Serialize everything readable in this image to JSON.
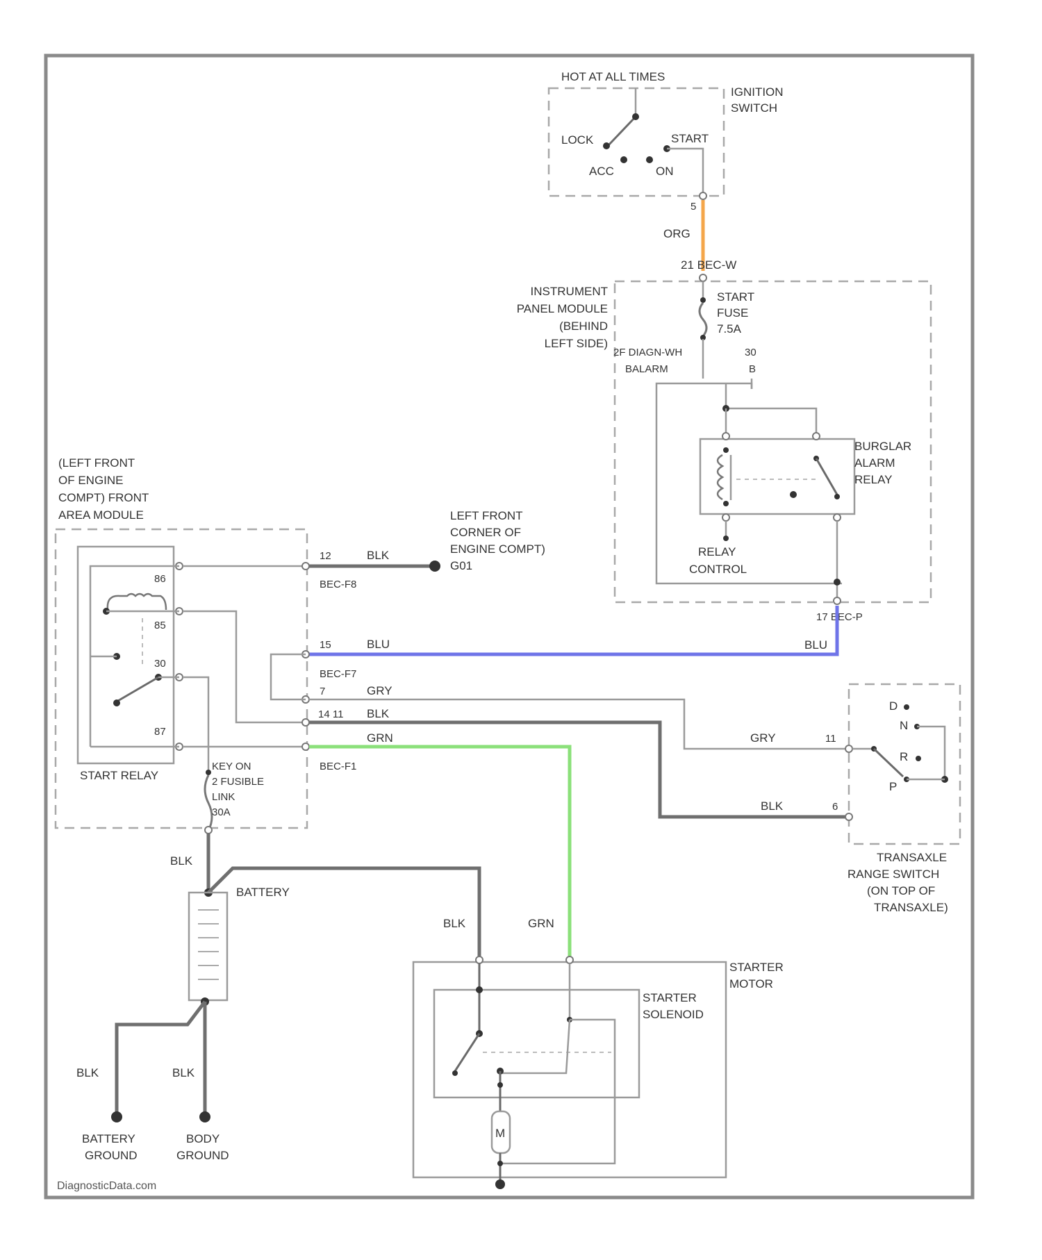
{
  "colors": {
    "orange_wire": "#f4a64a",
    "blue_wire": "#6f74e8",
    "green_wire": "#8be07a",
    "black_wire": "#6f6f6f",
    "frame": "#8a8a8a"
  },
  "ignition_switch": {
    "header": "HOT AT ALL TIMES",
    "name_line1": "IGNITION",
    "name_line2": "SWITCH",
    "pos_lock": "LOCK",
    "pos_start": "START",
    "pos_acc": "ACC",
    "pos_on": "ON",
    "pin": "5",
    "wire_color": "ORG"
  },
  "instrument_panel": {
    "line1": "INSTRUMENT",
    "line2": "PANEL MODULE",
    "line3": "(BEHIND",
    "line4": "LEFT SIDE)",
    "connector_in": "21 BEC-W",
    "fuse_line1": "START",
    "fuse_line2": "FUSE",
    "fuse_line3": "7.5A",
    "pin_top_left": "2F DIAGN-WH",
    "pin_top_left2": "BALARM",
    "pin_right_top": "30",
    "pin_right_bottom": "B",
    "relay_line1": "BURGLAR",
    "relay_line2": "ALARM",
    "relay_line3": "RELAY",
    "control_line1": "RELAY",
    "control_line2": "CONTROL",
    "connector_out": "17 BEC-P"
  },
  "engine_module": {
    "line1": "(LEFT FRONT",
    "line2": "OF ENGINE",
    "line3": "COMPT) FRONT",
    "line4": "AREA MODULE",
    "pin_86": "86",
    "pin_85": "85",
    "pin_30": "30",
    "pin_87": "87",
    "relay_name": "START RELAY",
    "fuse_line1": "KEY ON",
    "fuse_line2": "2 FUSIBLE",
    "fuse_line3": "LINK",
    "fuse_line4": "30A"
  },
  "connectors": {
    "c1_pin": "12",
    "c1_wire": "BLK",
    "c1_name": "BEC-F8",
    "c2_pin": "15",
    "c2_wire": "BLU",
    "c2_name": "BEC-F7",
    "c3_pin": "7",
    "c3_wire": "GRY",
    "c4_pin": "14 11",
    "c4_wire": "BLK",
    "c5_wire": "GRN",
    "c5_name": "BEC-F1"
  },
  "ground_g101": {
    "line1": "LEFT FRONT",
    "line2": "CORNER OF",
    "line3": "ENGINE COMPT)",
    "line4": "G01"
  },
  "blue_wire_label": "BLU",
  "transaxle": {
    "pos_d": "D",
    "pos_n": "N",
    "pos_r": "R",
    "pos_p": "P",
    "pin_top": "11",
    "pin_bottom": "6",
    "gry_label": "GRY",
    "blk_label": "BLK",
    "line1": "TRANSAXLE",
    "line2": "RANGE SWITCH",
    "line3": "(ON TOP OF",
    "line4": "TRANSAXLE)"
  },
  "battery": {
    "name": "BATTERY",
    "wire_top": "BLK",
    "wire_left": "BLK",
    "wire_right": "BLK",
    "gnd1_line1": "BATTERY",
    "gnd1_line2": "GROUND",
    "gnd2_line1": "BODY",
    "gnd2_line2": "GROUND"
  },
  "starter": {
    "wire_blk": "BLK",
    "wire_grn": "GRN",
    "motor_line1": "STARTER",
    "motor_line2": "MOTOR",
    "sol_line1": "STARTER",
    "sol_line2": "SOLENOID",
    "m_label": "M"
  },
  "watermark": "DiagnosticData.com"
}
